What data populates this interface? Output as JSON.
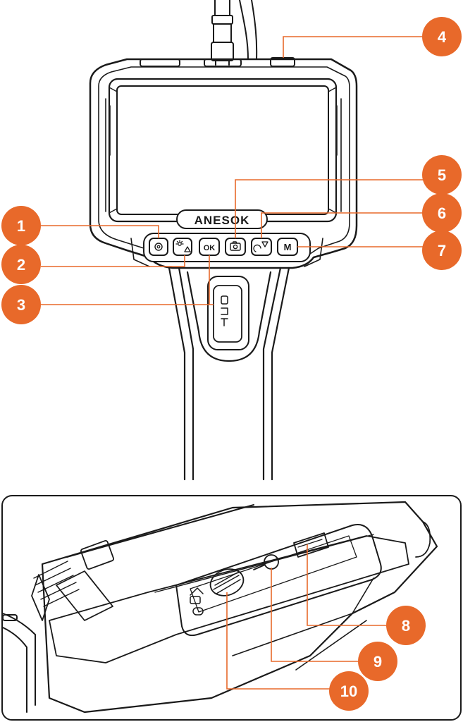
{
  "brand": {
    "name": "ANESOK"
  },
  "buttons": {
    "ok_label": "OK",
    "mode_label": "M"
  },
  "callouts": [
    {
      "number": "1",
      "target": "settings-button"
    },
    {
      "number": "2",
      "target": "brightness-up-button"
    },
    {
      "number": "3",
      "target": "power-switch"
    },
    {
      "number": "4",
      "target": "top-button"
    },
    {
      "number": "5",
      "target": "capture-button"
    },
    {
      "number": "6",
      "target": "rotate-down-button"
    },
    {
      "number": "7",
      "target": "mode-button"
    },
    {
      "number": "8",
      "target": "usb-port"
    },
    {
      "number": "9",
      "target": "audio-jack"
    },
    {
      "number": "10",
      "target": "sd-card-slot"
    }
  ],
  "colors": {
    "callout": "#E8692A",
    "outline": "#1a1a1a",
    "screen": "#ffffff"
  }
}
